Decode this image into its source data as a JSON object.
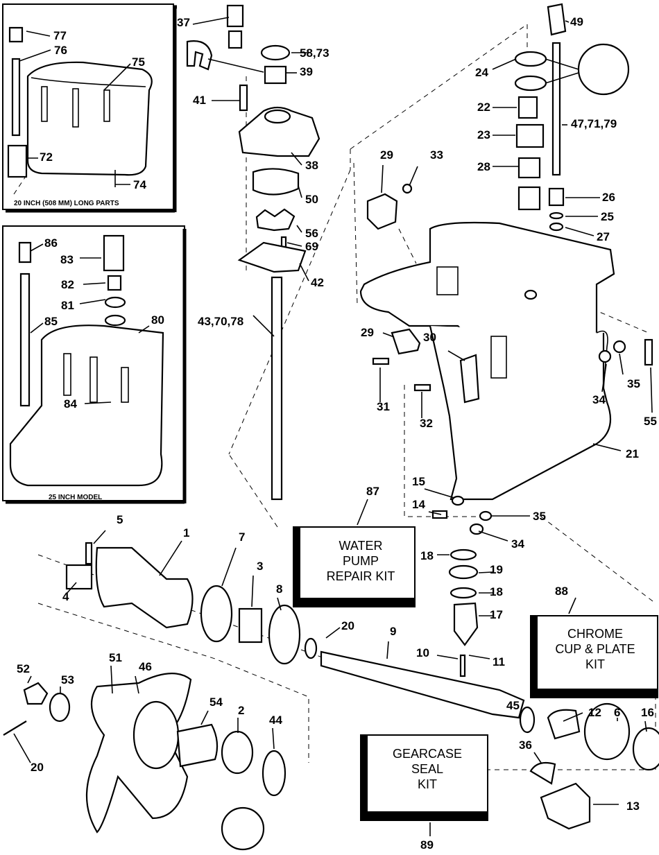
{
  "insets": {
    "top_caption": "20 INCH (508 MM) LONG PARTS",
    "bottom_caption": "25 INCH MODEL"
  },
  "kits": {
    "water_pump": {
      "number": "87",
      "lines": [
        "WATER",
        "PUMP",
        "REPAIR KIT"
      ]
    },
    "chrome_cup": {
      "number": "88",
      "lines": [
        "CHROME",
        "CUP & PLATE",
        "KIT"
      ]
    },
    "gearcase_seal": {
      "number": "89",
      "lines": [
        "GEARCASE",
        "SEAL",
        "KIT"
      ]
    }
  },
  "callouts": [
    "77",
    "76",
    "75",
    "72",
    "74",
    "86",
    "83",
    "82",
    "81",
    "80",
    "85",
    "84",
    "37",
    "58,73",
    "39",
    "41",
    "38",
    "50",
    "56",
    "69",
    "42",
    "43,70,78",
    "49",
    "24",
    "22",
    "47,71,79",
    "23",
    "28",
    "26",
    "25",
    "27",
    "29",
    "33",
    "29",
    "30",
    "31",
    "32",
    "35",
    "34",
    "55",
    "21",
    "15",
    "14",
    "35",
    "34",
    "5",
    "1",
    "7",
    "3",
    "8",
    "4",
    "18",
    "19",
    "18",
    "17",
    "20",
    "9",
    "10",
    "11",
    "45",
    "52",
    "51",
    "46",
    "53",
    "54",
    "2",
    "44",
    "20",
    "12",
    "6",
    "16",
    "36",
    "13"
  ]
}
